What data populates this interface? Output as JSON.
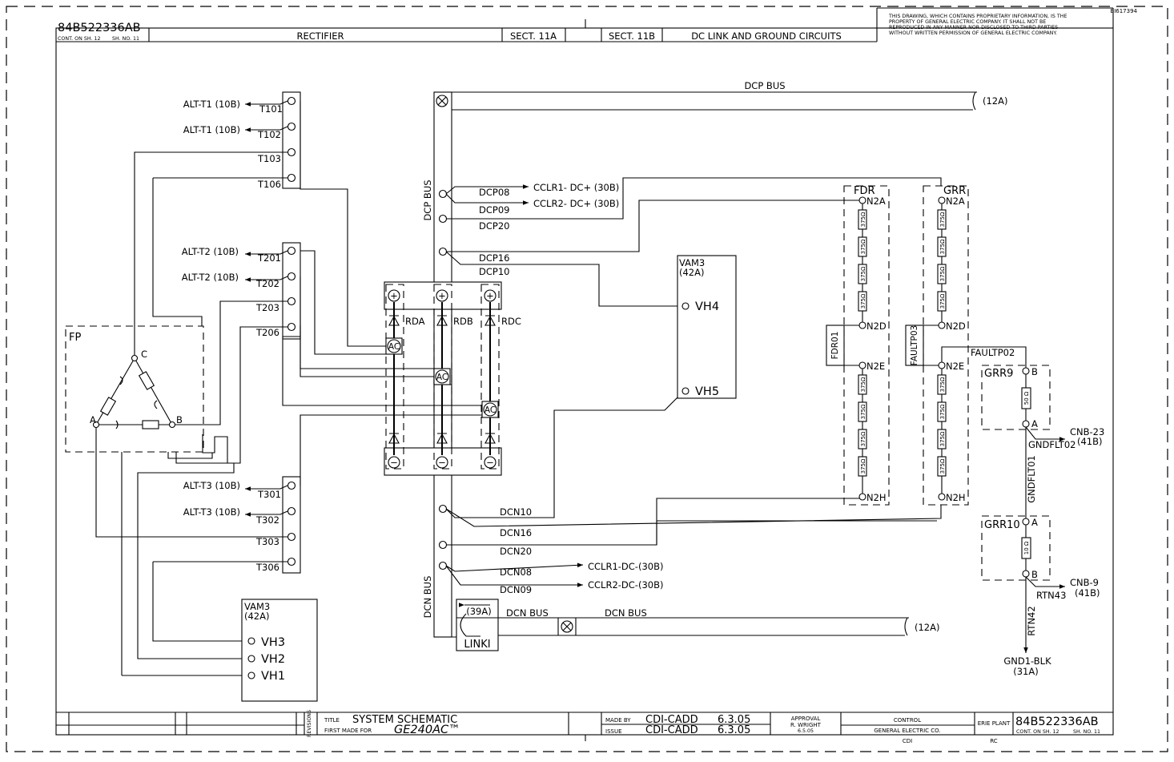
{
  "header": {
    "dwg_number": "84B522336AB",
    "cont_on": "CONT. ON SH. 12",
    "sheet_no": "SH. NO. 11",
    "rectifier": "RECTIFIER",
    "sect_a": "SECT. 11A",
    "sect_b": "SECT. 11B",
    "circuits_title": "DC LINK AND GROUND CIRCUITS",
    "proprietary": [
      "THIS DRAWING, WHICH CONTAINS PROPRIETARY INFORMATION, IS THE",
      "PROPERTY OF GENERAL ELECTRIC COMPANY.  IT SHALL NOT BE",
      "REPRODUCED IN ANY MANNER NOR DISCLOSED TO THIRD PARTIES",
      "WITHOUT WRITTEN PERMISSION OF GENERAL ELECTRIC COMPANY."
    ],
    "doc_code": "BI617394"
  },
  "buses": {
    "dcp_bus": "DCP BUS",
    "dcp_bus_ref": "(12A)",
    "dcp_bus_vertical": "DCP BUS",
    "dcn_bus_vertical": "DCN BUS",
    "dcn_bus_1": "DCN BUS",
    "dcn_bus_2": "DCN BUS",
    "dcn_bus_ref": "(12A)"
  },
  "alt_outputs": [
    {
      "label": "ALT-T1 (10B)",
      "wire": "T101"
    },
    {
      "label": "ALT-T1 (10B)",
      "wire": "T102"
    },
    {
      "label": "ALT-T2 (10B)",
      "wire": "T201"
    },
    {
      "label": "ALT-T2 (10B)",
      "wire": "T202"
    },
    {
      "label": "ALT-T3 (10B)",
      "wire": "T301"
    },
    {
      "label": "ALT-T3 (10B)",
      "wire": "T302"
    }
  ],
  "terminal_wires": {
    "t103": "T103",
    "t106": "T106",
    "t203": "T203",
    "t206": "T206",
    "t303": "T303",
    "t306": "T306"
  },
  "fp": {
    "label": "FP",
    "node_a": "A",
    "node_b": "B",
    "node_c": "C"
  },
  "rectifiers": {
    "rda": "RDA",
    "rdb": "RDB",
    "rdc": "RDC",
    "ac": "AC",
    "plus": "+",
    "minus": "−"
  },
  "dcp_wires": {
    "dcp08": "DCP08",
    "dcp09": "DCP09",
    "dcp20": "DCP20",
    "dcp16": "DCP16",
    "dcp10": "DCP10"
  },
  "cclr_pos": {
    "c1": "CCLR1-  DC+ (30B)",
    "c2": "CCLR2-  DC+ (30B)"
  },
  "dcn_wires": {
    "dcn10": "DCN10",
    "dcn16": "DCN16",
    "dcn20": "DCN20",
    "dcn08": "DCN08",
    "dcn09": "DCN09"
  },
  "cclr_neg": {
    "c1": "CCLR1-DC-(30B)",
    "c2": "CCLR2-DC-(30B)"
  },
  "vam3_top": {
    "title": "VAM3",
    "ref": "(42A)",
    "vh4": "VH4",
    "vh5": "VH5"
  },
  "vam3_bottom": {
    "title": "VAM3",
    "ref": "(42A)",
    "vh3": "VH3",
    "vh2": "VH2",
    "vh1": "VH1"
  },
  "link": {
    "ref": "(39A)",
    "label": "LINKI"
  },
  "fdr": {
    "title": "FDR",
    "n2a": "N2A",
    "n2d": "N2D",
    "n2e": "N2E",
    "n2h": "N2H",
    "mid": "FDR01",
    "res": "375Ω"
  },
  "grr": {
    "title": "GRR",
    "n2a": "N2A",
    "n2d": "N2D",
    "n2e": "N2E",
    "n2h": "N2H",
    "mid": "FAULTP03",
    "res": "375Ω"
  },
  "ground": {
    "faultp02": "FAULTP02",
    "grr9": "GRR9",
    "grr9_b": "B",
    "grr9_a": "A",
    "grr9_res": "50 Ω",
    "cnb23": "CNB-23",
    "cnb23_ref": "(41B)",
    "gndflt02": "GNDFLT02",
    "gndflt01": "GNDFLT01",
    "grr10": "GRR10",
    "grr10_a": "A",
    "grr10_b": "B",
    "grr10_res": "10 Ω",
    "cnb9": "CNB-9",
    "cnb9_ref": "(41B)",
    "rtn43": "RTN43",
    "rtn42": "RTN42",
    "gnd1": "GND1-BLK",
    "gnd1_ref": "(31A)"
  },
  "title_block": {
    "revisions": "REVISIONS",
    "title_label": "TITLE",
    "title": "SYSTEM SCHEMATIC",
    "first_made_label": "FIRST MADE FOR",
    "first_made": "GE240AC™",
    "made_by_label": "MADE BY",
    "made_by": "CDI-CADD",
    "made_date": "6.3.05",
    "issue_label": "ISSUE",
    "issue_by": "CDI-CADD",
    "issue_date": "6.3.05",
    "approval": "APPROVAL",
    "approver": "R. WRIGHT",
    "approval_date": "6.5.05",
    "control": "CONTROL",
    "company": "GENERAL ELECTRIC CO.",
    "cdi": "CDI",
    "plant": "ERIE PLANT",
    "rc": "RC",
    "dwg_number": "84B522336AB",
    "cont_on": "CONT. ON SH. 12",
    "sheet_no": "SH. NO. 11"
  }
}
